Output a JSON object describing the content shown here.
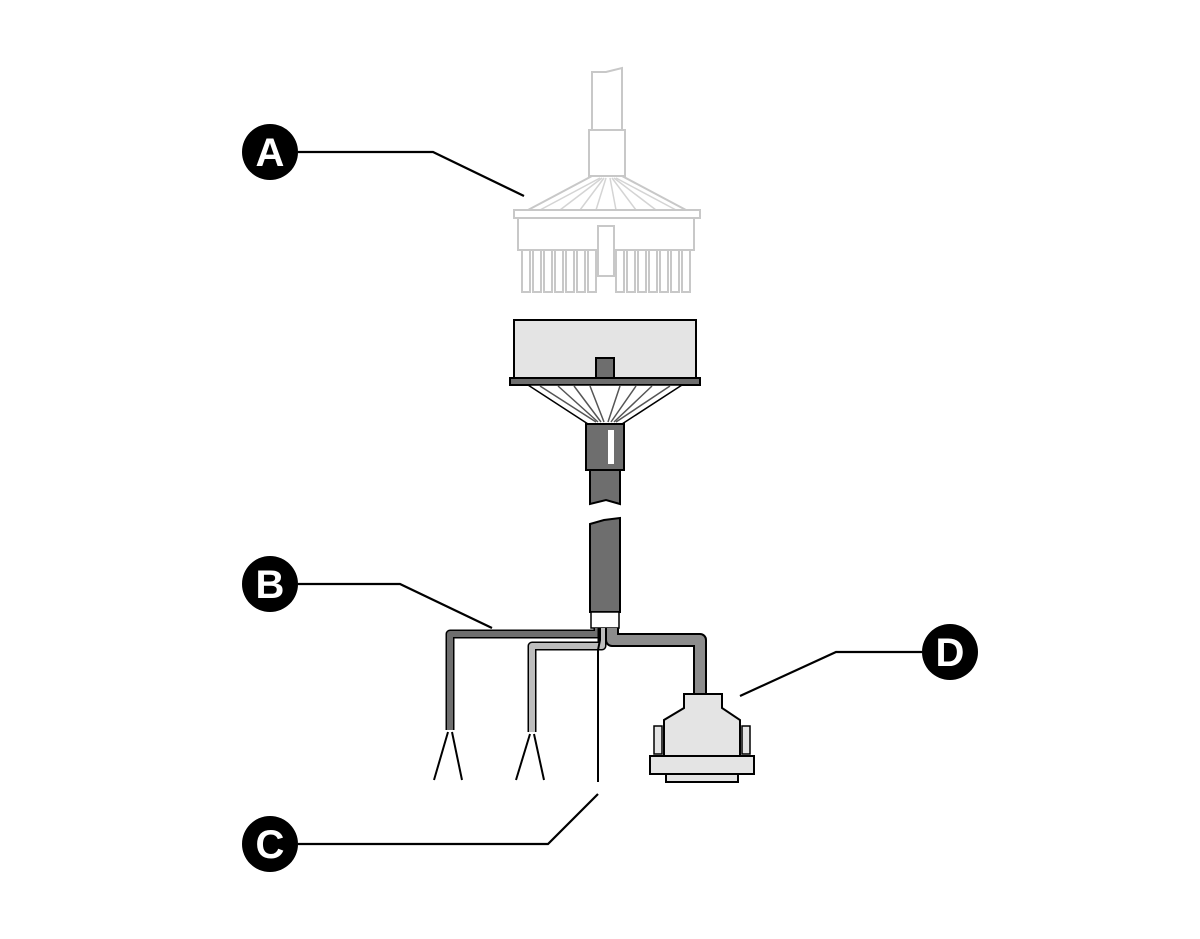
{
  "callouts": [
    {
      "id": "A",
      "label": "A"
    },
    {
      "id": "B",
      "label": "B"
    },
    {
      "id": "C",
      "label": "C"
    },
    {
      "id": "D",
      "label": "D"
    }
  ],
  "colors": {
    "background": "#ffffff",
    "callout_fill": "#000000",
    "callout_text": "#ffffff",
    "ghost_outline": "#c8c8c8",
    "connector_body": "#e4e4e4",
    "cable_dark": "#6e6e6e",
    "wire_light": "#bdbdbd",
    "outline": "#000000"
  }
}
